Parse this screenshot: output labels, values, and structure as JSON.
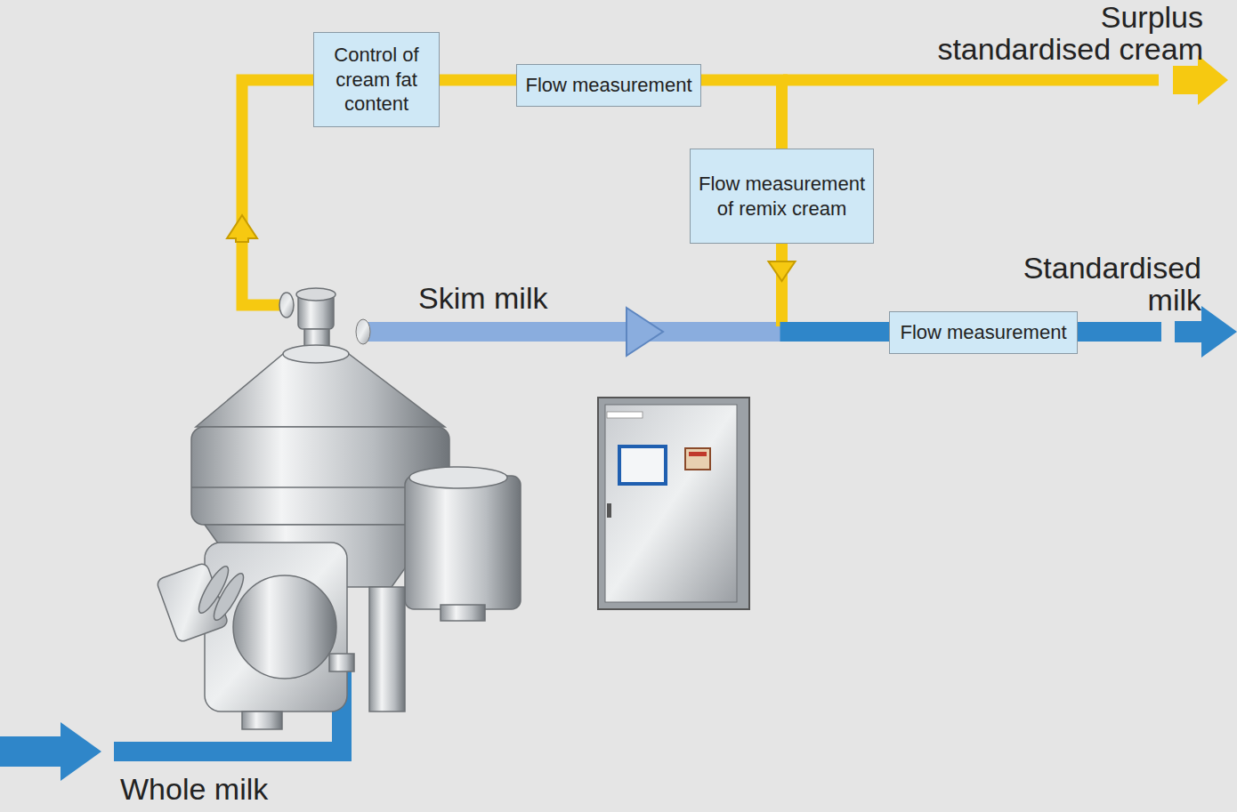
{
  "diagram": {
    "nodes": [
      {
        "text": [
          "Control of cream fat content"
        ]
      },
      {
        "text": [
          "Flow measurement"
        ]
      },
      {
        "text": [
          "Flow measurement of remix cream"
        ]
      },
      {
        "text": [
          "Flow measurement"
        ]
      }
    ],
    "edges": [
      {
        "from": 0,
        "to": 1,
        "arrow": "none"
      },
      {
        "from": 1,
        "to": 2,
        "arrow": "none"
      },
      {
        "from": 2,
        "to": 3,
        "arrow": "to"
      }
    ],
    "labels": [
      "Surplus standardised cream",
      "Skim milk",
      "Standardised milk",
      "Whole milk"
    ]
  }
}
